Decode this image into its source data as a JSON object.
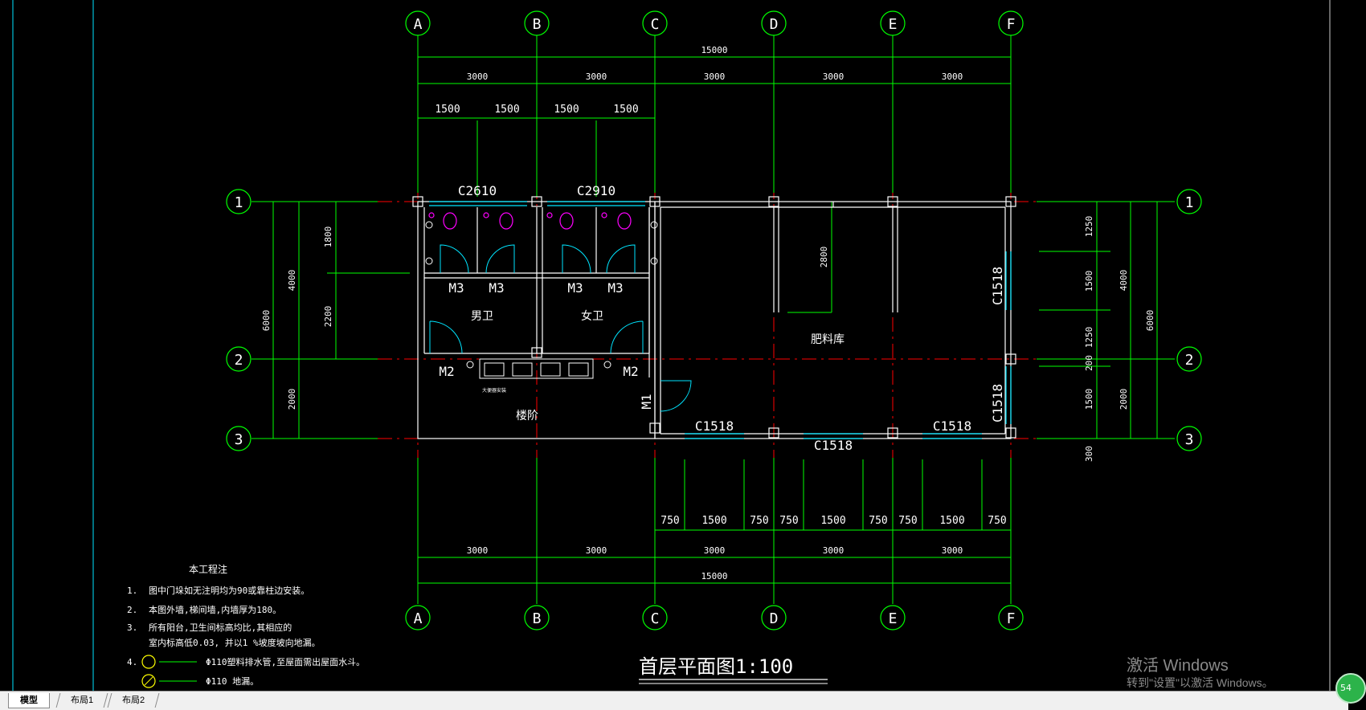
{
  "axes": {
    "columns": [
      "A",
      "B",
      "C",
      "D",
      "E",
      "F"
    ],
    "rows": [
      "1",
      "2",
      "3"
    ]
  },
  "dimensions": {
    "top_total": "15000",
    "top_bays": [
      "3000",
      "3000",
      "3000",
      "3000",
      "3000"
    ],
    "top_sub": [
      "1500",
      "1500",
      "1500",
      "1500"
    ],
    "bottom_bays": [
      "3000",
      "3000",
      "3000",
      "3000",
      "3000"
    ],
    "bottom_total": "15000",
    "bottom_sub": [
      "750",
      "1500",
      "750",
      "750",
      "1500",
      "750",
      "750",
      "1500",
      "750"
    ],
    "left_total": "6000",
    "left_a": "4000",
    "left_b": "2000",
    "left_inner_top": "1800",
    "left_inner_mid": "2200",
    "right_sub": [
      "1250",
      "1500",
      "1250",
      "200",
      "1500"
    ],
    "right_mid_a": "4000",
    "right_mid_b": "2000",
    "right_total": "6000",
    "right_bottom": "300",
    "interior": "2800"
  },
  "labels": {
    "window_c2610": "C2610",
    "window_c2910": "C2910",
    "door_m3": "M3",
    "door_m2": "M2",
    "door_m1": "M1",
    "window_c1518": "C1518",
    "room_men": "男卫",
    "room_women": "女卫",
    "room_stair": "楼阶",
    "room_storage": "肥料库",
    "small_note": "大便器安装"
  },
  "notes": {
    "title": "本工程注",
    "items": [
      {
        "num": "1.",
        "text": "图中门垛如无注明均为90或靠柱边安装。"
      },
      {
        "num": "2.",
        "text": "本图外墙,梯间墙,内墙厚为180。"
      },
      {
        "num": "3.",
        "text": "所有阳台,卫生间标高均比,其相应的"
      },
      {
        "num": "",
        "text": "室内标高低0.03,        并以1    %坡度坡向地漏。"
      },
      {
        "num": "4.",
        "text": "Φ110塑料排水管,至屋面需出屋面水斗。"
      },
      {
        "num": "",
        "text": "Φ110 地漏。"
      }
    ]
  },
  "drawing_title": "首层平面图1:100",
  "tabs": [
    "模型",
    "布局1",
    "布局2"
  ],
  "watermark": {
    "line1": "激活 Windows",
    "line2": "转到\"设置\"以激活 Windows。"
  },
  "badge": "54",
  "colors": {
    "background": "#000000",
    "dimension": "#00ff00",
    "axis_line": "#ff0000",
    "wall": "#ffffff",
    "window": "#00e5ff",
    "text": "#ffffff",
    "fixture": "#ff00ff"
  }
}
